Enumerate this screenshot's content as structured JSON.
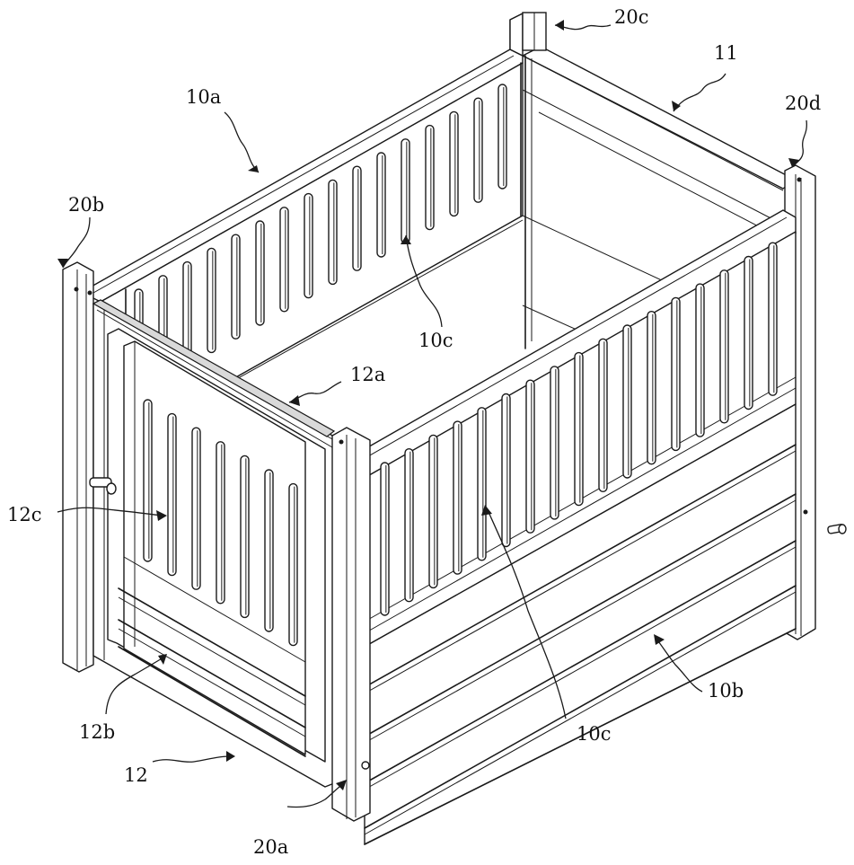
{
  "labels": {
    "l10a": "10a",
    "l20c": "20c",
    "l11": "11",
    "l20d": "20d",
    "l20b": "20b",
    "l10c_top": "10c",
    "l12a": "12a",
    "l12c": "12c",
    "l12b": "12b",
    "l12": "12",
    "l20a": "20a",
    "l10c_bottom": "10c",
    "l10b": "10b"
  },
  "colors": {
    "line": "#1a1a1a",
    "background": "#ffffff",
    "shade": "#d9d9d9"
  }
}
